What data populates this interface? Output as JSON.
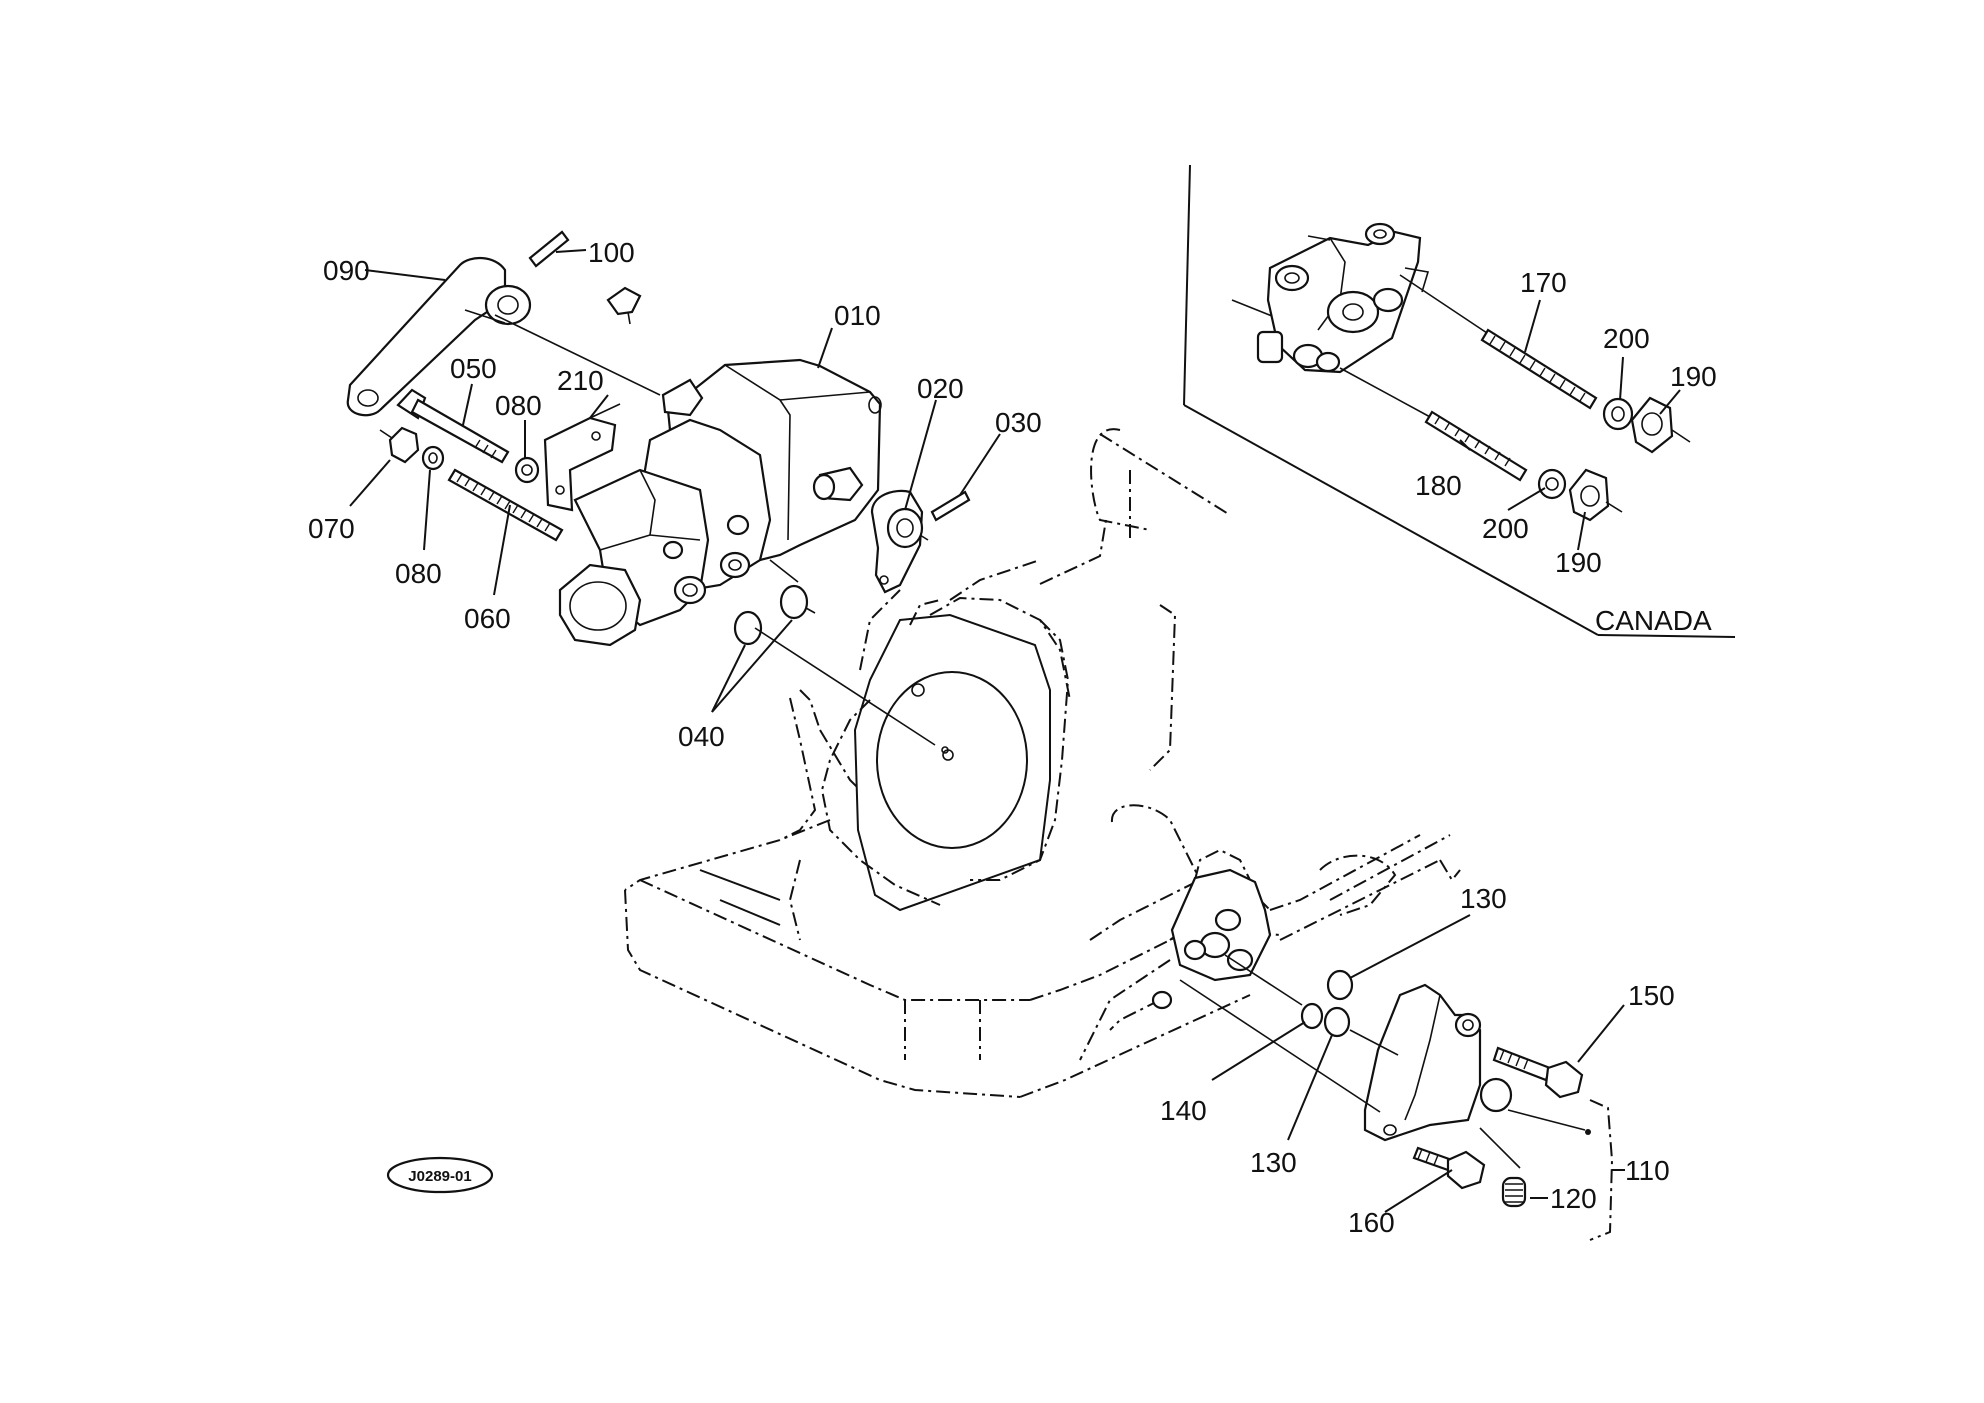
{
  "diagram": {
    "labels": {
      "p010": "010",
      "p020": "020",
      "p030": "030",
      "p040": "040",
      "p050": "050",
      "p060": "060",
      "p070": "070",
      "p080a": "080",
      "p080b": "080",
      "p090": "090",
      "p100": "100",
      "p110": "110",
      "p120": "120",
      "p130a": "130",
      "p130b": "130",
      "p140": "140",
      "p150": "150",
      "p160": "160",
      "p170": "170",
      "p180": "180",
      "p190a": "190",
      "p190b": "190",
      "p200a": "200",
      "p200b": "200",
      "p210": "210"
    },
    "inset_label": "CANADA",
    "figure_code": "J0289-01"
  }
}
